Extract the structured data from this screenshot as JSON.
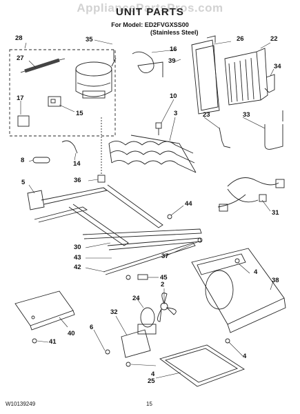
{
  "header": {
    "watermark": "AppliancePartsPros.com",
    "title": "UNIT PARTS",
    "model_line": "For Model: ED2FVGXSS00",
    "finish_line": "(Stainless Steel)"
  },
  "callouts": [
    "28",
    "35",
    "16",
    "26",
    "22",
    "27",
    "39",
    "34",
    "17",
    "10",
    "15",
    "3",
    "23",
    "33",
    "8",
    "14",
    "36",
    "5",
    "44",
    "31",
    "30",
    "43",
    "37",
    "42",
    "45",
    "4",
    "38",
    "2",
    "24",
    "32",
    "6",
    "40",
    "41",
    "4",
    "4",
    "25"
  ],
  "footer": {
    "doc_number": "W10139249",
    "page_number": "15"
  }
}
